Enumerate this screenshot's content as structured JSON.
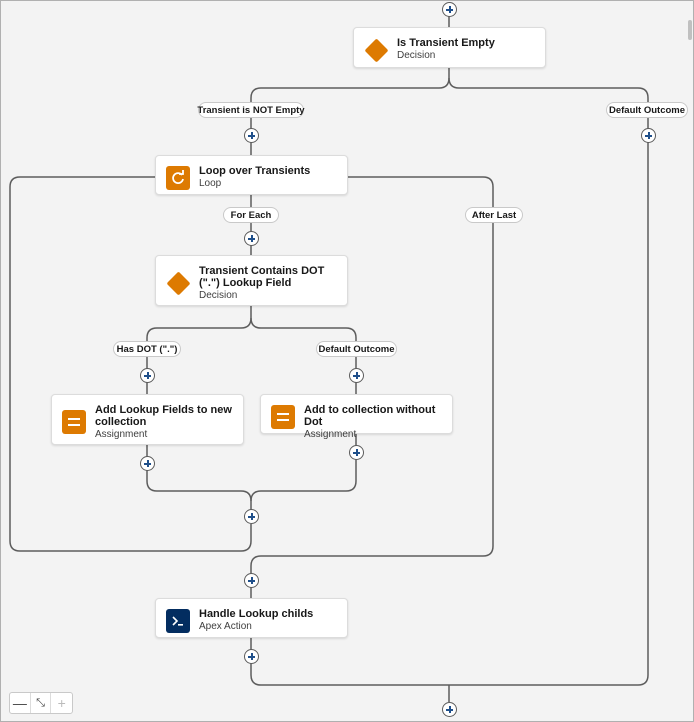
{
  "nodes": {
    "is_transient_empty": {
      "title": "Is Transient Empty",
      "type": "Decision"
    },
    "loop_over_transients": {
      "title": "Loop over Transients",
      "type": "Loop"
    },
    "transient_contains_dot": {
      "title": "Transient Contains DOT (\".\") Lookup Field",
      "type": "Decision"
    },
    "add_lookup_fields": {
      "title": "Add Lookup Fields to new collection",
      "type": "Assignment"
    },
    "add_to_collection_without_dot": {
      "title": "Add to collection without Dot",
      "type": "Assignment"
    },
    "handle_lookup_childs": {
      "title": "Handle Lookup childs",
      "type": "Apex Action"
    }
  },
  "pills": {
    "transient_not_empty": "Transient is NOT Empty",
    "default_outcome_top": "Default Outcome",
    "for_each": "For Each",
    "after_last": "After Last",
    "has_dot": "Has DOT (\".\")",
    "default_outcome_inner": "Default Outcome"
  },
  "icons": {
    "decision": "decision-diamond-icon",
    "loop": "loop-refresh-icon",
    "assignment": "assignment-equals-icon",
    "apex": "apex-terminal-icon",
    "add": "add-element-icon"
  },
  "colors": {
    "decision": "#dd7a01",
    "assignment": "#dd7a01",
    "loop": "#dd7a01",
    "apex": "#032d60",
    "connector": "#5c5c5c"
  },
  "zoom_controls": {
    "zoom_out": "—",
    "fit": "⤡",
    "zoom_in": "+"
  }
}
